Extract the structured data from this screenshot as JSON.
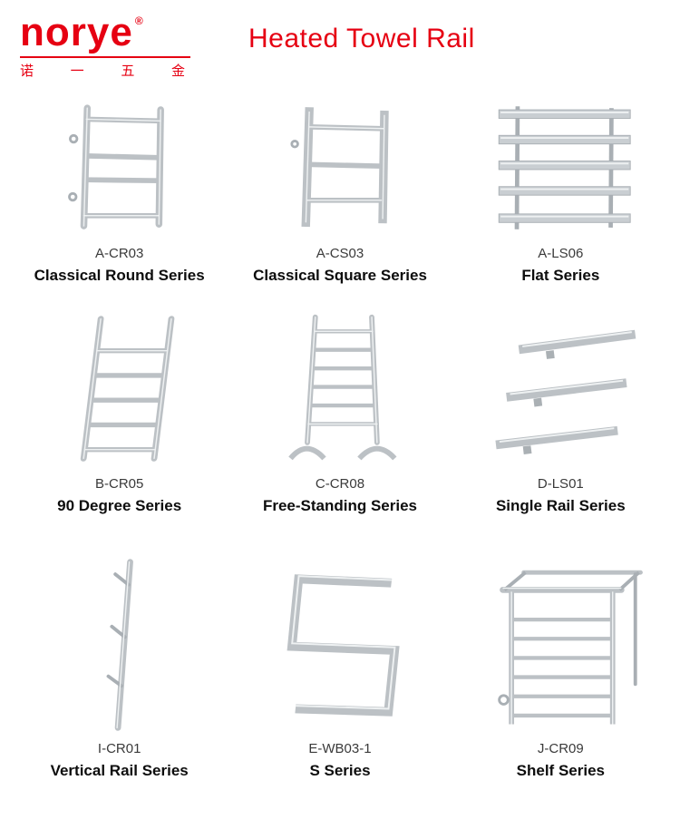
{
  "header": {
    "brand": "norye",
    "registered": "®",
    "brand_chinese": [
      "诺",
      "一",
      "五",
      "金"
    ],
    "title": "Heated Towel Rail",
    "accent_color": "#e60012"
  },
  "products": [
    {
      "code": "A-CR03",
      "name": "Classical Round Series",
      "image": "classical-round-towel-rail"
    },
    {
      "code": "A-CS03",
      "name": "Classical Square Series",
      "image": "classical-square-towel-rail"
    },
    {
      "code": "A-LS06",
      "name": "Flat Series",
      "image": "flat-towel-rail"
    },
    {
      "code": "B-CR05",
      "name": "90 Degree Series",
      "image": "90-degree-towel-rail"
    },
    {
      "code": "C-CR08",
      "name": "Free-Standing Series",
      "image": "free-standing-towel-rail"
    },
    {
      "code": "D-LS01",
      "name": "Single Rail Series",
      "image": "single-rail-towel-rail"
    },
    {
      "code": "I-CR01",
      "name": "Vertical Rail Series",
      "image": "vertical-rail-towel-rail"
    },
    {
      "code": "E-WB03-1",
      "name": "S Series",
      "image": "s-shape-towel-rail"
    },
    {
      "code": "J-CR09",
      "name": "Shelf Series",
      "image": "shelf-towel-rail"
    }
  ]
}
